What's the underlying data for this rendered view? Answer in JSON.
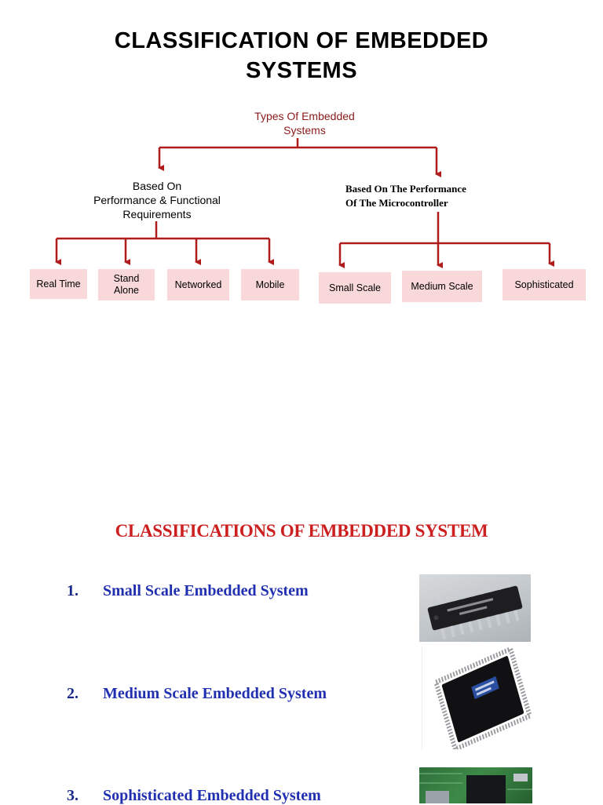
{
  "title_line1": "CLASSIFICATION OF EMBEDDED",
  "title_line2": "SYSTEMS",
  "tree": {
    "root": {
      "line1": "Types Of Embedded",
      "line2": "Systems"
    },
    "left_branch": {
      "line1": "Based On",
      "line2": "Performance & Functional",
      "line3": "Requirements"
    },
    "right_branch": {
      "line1": "Based On The Performance",
      "line2": "Of The Microcontroller"
    },
    "left_leaves": [
      "Real Time",
      "Stand Alone",
      "Networked",
      "Mobile"
    ],
    "right_leaves": [
      "Small Scale",
      "Medium Scale",
      "Sophisticated"
    ],
    "stand_alone": {
      "line1": "Stand",
      "line2": "Alone"
    },
    "line_color": "#b01c1c",
    "box_color": "#f9d8da"
  },
  "section2": {
    "title": "CLASSIFICATIONS OF EMBEDDED SYSTEM",
    "items": [
      {
        "num": "1.",
        "text": "Small Scale Embedded System",
        "image": "dip-ic-chip-photo"
      },
      {
        "num": "2.",
        "text": "Medium Scale Embedded System",
        "image": "qfp-chip-photo"
      },
      {
        "num": "3.",
        "text": "Sophisticated Embedded System",
        "image": "circuit-board-photo"
      }
    ]
  }
}
